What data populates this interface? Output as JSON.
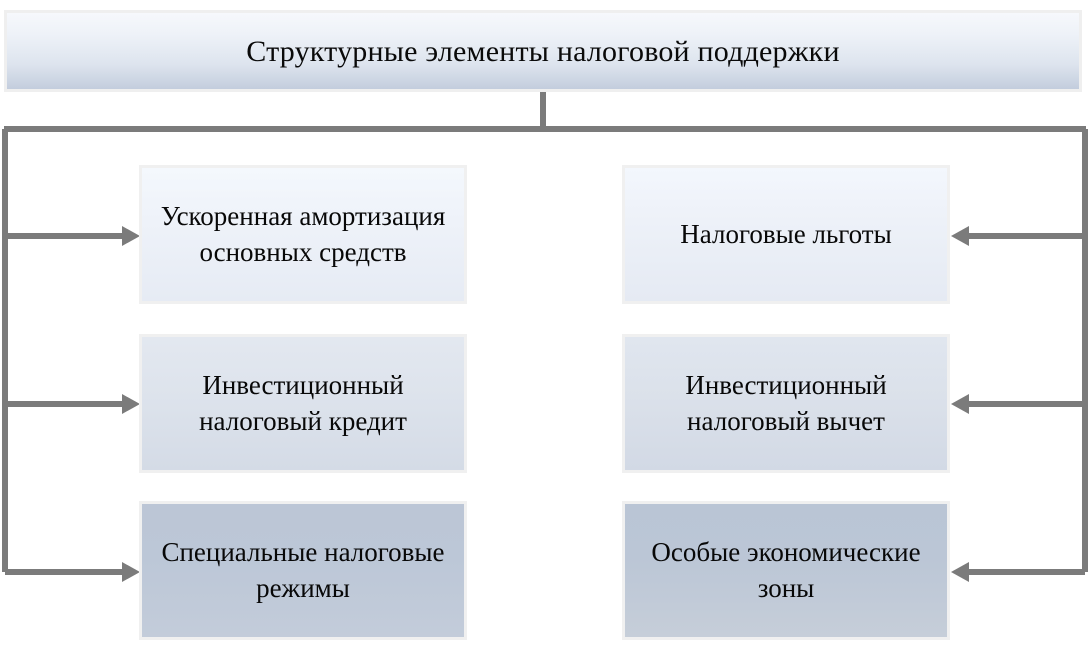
{
  "diagram": {
    "title": "Структурные элементы налоговой поддержки",
    "line_color": "#7b7b7b",
    "left_column": [
      {
        "label": "Ускоренная амортизация основных средств"
      },
      {
        "label": "Инвестиционный налоговый кредит"
      },
      {
        "label": "Специальные налоговые режимы"
      }
    ],
    "right_column": [
      {
        "label": "Налоговые льготы"
      },
      {
        "label": "Инвестиционный налоговый вычет"
      },
      {
        "label": "Особые экономические зоны"
      }
    ]
  }
}
